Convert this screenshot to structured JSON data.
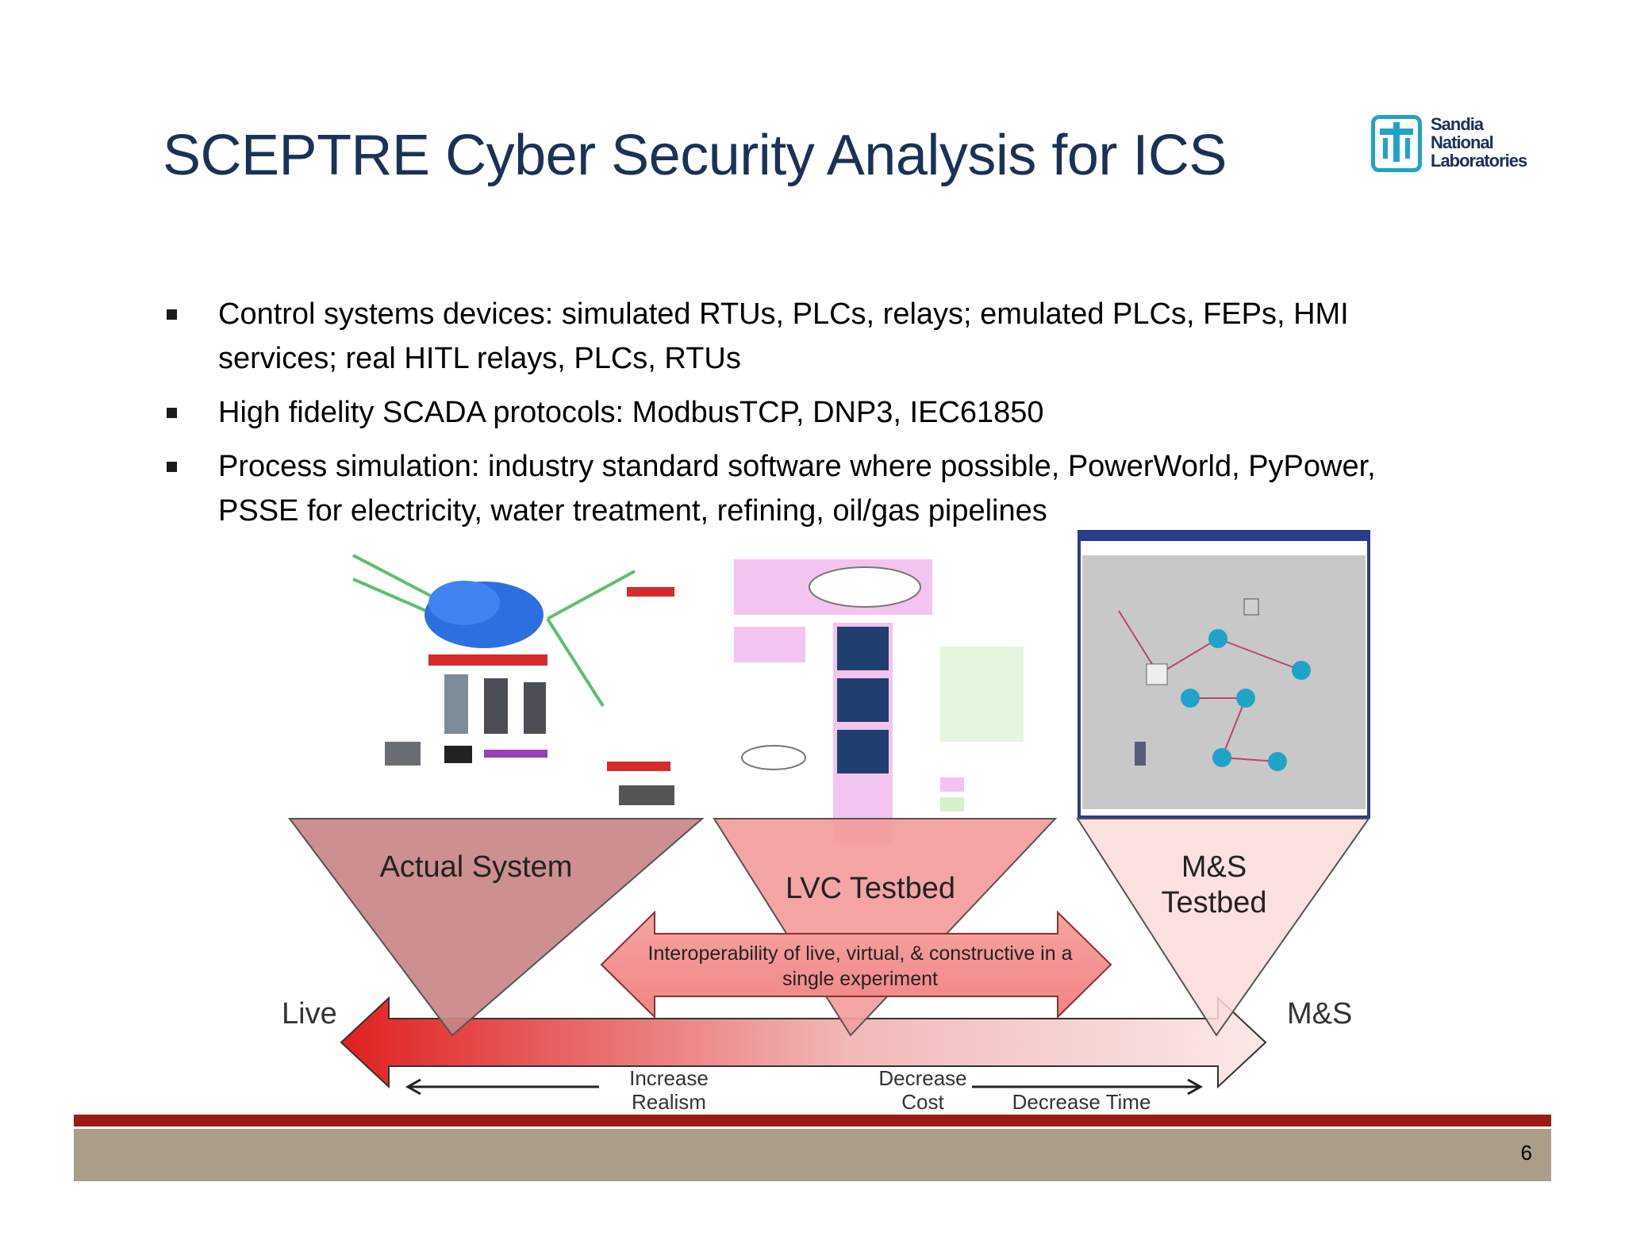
{
  "title": "SCEPTRE Cyber Security Analysis for ICS",
  "logo": {
    "lines": [
      "Sandia",
      "National",
      "Laboratories"
    ],
    "icon": "sandia-thunderbird-icon",
    "color": "#1fa3c9"
  },
  "bullets": [
    "Control systems devices: simulated RTUs, PLCs, relays; emulated PLCs, FEPs, HMI services; real HITL relays, PLCs, RTUs",
    "High fidelity SCADA protocols: ModbusTCP, DNP3, IEC61850",
    "Process simulation: industry standard software where possible, PowerWorld, PyPower, PSSE for electricity, water treatment, refining, oil/gas pipelines"
  ],
  "diagram": {
    "triangles": [
      {
        "label": "Actual System",
        "color": "#c98585"
      },
      {
        "label": "LVC Testbed",
        "color": "#f49c9c"
      },
      {
        "label_lines": [
          "M&S",
          "Testbed"
        ],
        "color": "#fadada"
      }
    ],
    "interop_lines": [
      "Interoperability of live, virtual, & constructive in a",
      "single experiment"
    ],
    "live_label": "Live",
    "ms_label": "M&S",
    "increase_realism": [
      "Increase",
      "Realism"
    ],
    "decrease_cost": [
      "Decrease",
      "Cost"
    ],
    "decrease_time": "Decrease Time"
  },
  "footer": {
    "page_number": "6",
    "colors": {
      "red": "#9e1a16",
      "tan": "#aa9e8b"
    }
  }
}
